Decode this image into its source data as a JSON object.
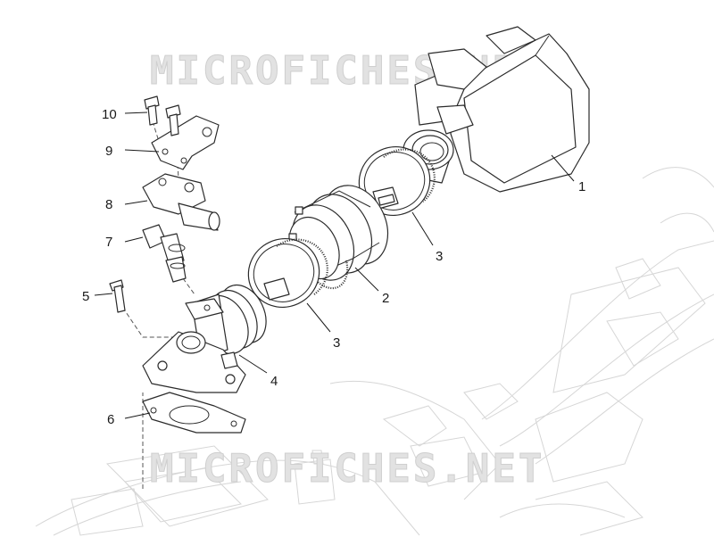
{
  "watermark": {
    "text": "MICROFICHES.NET"
  },
  "callouts": [
    {
      "number": "1",
      "part": "air-filter-box"
    },
    {
      "number": "2",
      "part": "intake-sleeve"
    },
    {
      "number": "3",
      "part": "hose-clamp-upper"
    },
    {
      "number": "3",
      "part": "hose-clamp-lower"
    },
    {
      "number": "4",
      "part": "throttle-body-manifold"
    },
    {
      "number": "5",
      "part": "screw"
    },
    {
      "number": "6",
      "part": "manifold-gasket"
    },
    {
      "number": "7",
      "part": "injector-connector"
    },
    {
      "number": "8",
      "part": "fuel-injector-holder"
    },
    {
      "number": "9",
      "part": "bracket"
    },
    {
      "number": "10",
      "part": "bolt"
    }
  ],
  "colors": {
    "line": "#2b2b2b",
    "ghost": "#d6d6d6",
    "watermark": "#e2e2e2"
  }
}
